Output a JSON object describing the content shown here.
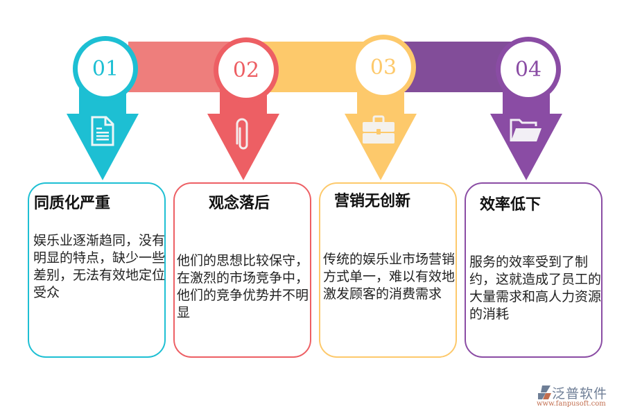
{
  "colors": {
    "teal": "#1dbfd3",
    "red": "#ed5f64",
    "salmon": "#ee7e7c",
    "yellow": "#fdc96b",
    "purple": "#824d99",
    "purple_stem": "#8a4ca4"
  },
  "steps": [
    {
      "number": "01",
      "icon": "document-icon",
      "title": "同质化严重",
      "body": "娱乐业逐渐趋同，没有明显的特点，缺少一些差别，无法有效地定位受众"
    },
    {
      "number": "02",
      "icon": "paperclip-icon",
      "title": "观念落后",
      "body": "他们的思想比较保守，在激烈的市场竞争中，他们的竞争优势并不明显"
    },
    {
      "number": "03",
      "icon": "briefcase-icon",
      "title": "营销无创新",
      "body": "传统的娱乐业市场营销方式单一，难以有效地激发顾客的消费需求"
    },
    {
      "number": "04",
      "icon": "folder-icon",
      "title": "效率低下",
      "body": "服务的效率受到了制约，这就造成了员工的大量需求和高人力资源的消耗"
    }
  ],
  "logo": {
    "name": "泛普软件",
    "url": "www.fanpusoft.com"
  }
}
